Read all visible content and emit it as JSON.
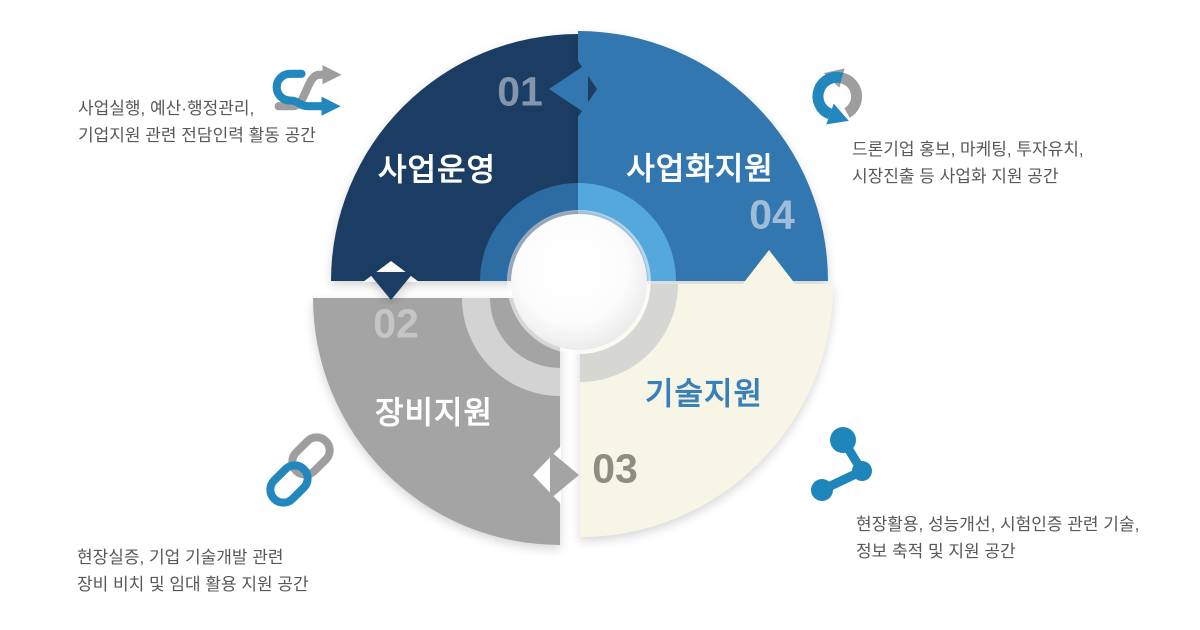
{
  "background": "#ffffff",
  "diagram": {
    "type": "cycle-infographic",
    "flow_order": "01 → 02 → 03 → 04",
    "colors": {
      "navy": "#1d3e63",
      "blue": "#3377b0",
      "gray": "#a4a4a4",
      "cream": "#f7f5e6",
      "ring_dark_blue": "#2d6ba3",
      "ring_light_blue": "#55a8db",
      "ring_gray": "#d3d3d3",
      "icon_blue": "#2287bd",
      "icon_gray": "#9e9e9e",
      "description_text": "#58585a"
    },
    "segments": {
      "s01": {
        "number": "01",
        "label": "사업운영",
        "color": "#1d3e63",
        "ring_color": "#2d6ba3",
        "icon": "shuffle-arrows-icon",
        "desc_line1": "사업실행, 예산·행정관리,",
        "desc_line2": "기업지원 관련 전담인력 활동 공간"
      },
      "s02": {
        "number": "02",
        "label": "장비지원",
        "color": "#a4a4a4",
        "ring_color": "#d3d3d3",
        "icon": "chain-link-icon",
        "desc_line1": "현장실증, 기업 기술개발 관련",
        "desc_line2": "장비 비치 및 임대 활용 지원 공간"
      },
      "s03": {
        "number": "03",
        "label": "기술지원",
        "label_color": "#3a80b8",
        "color": "#f7f5e6",
        "ring_color": "#d6d6d2",
        "icon": "share-nodes-icon",
        "desc_line1": "현장활용, 성능개선, 시험인증 관련 기술,",
        "desc_line2": "정보 축적 및 지원 공간"
      },
      "s04": {
        "number": "04",
        "label": "사업화지원",
        "color": "#3377b0",
        "ring_color": "#55a8db",
        "icon": "cycle-arrows-icon",
        "desc_line1": "드론기업 홍보, 마케팅, 투자유치,",
        "desc_line2": "시장진출 등 사업화 지원 공간"
      }
    }
  }
}
